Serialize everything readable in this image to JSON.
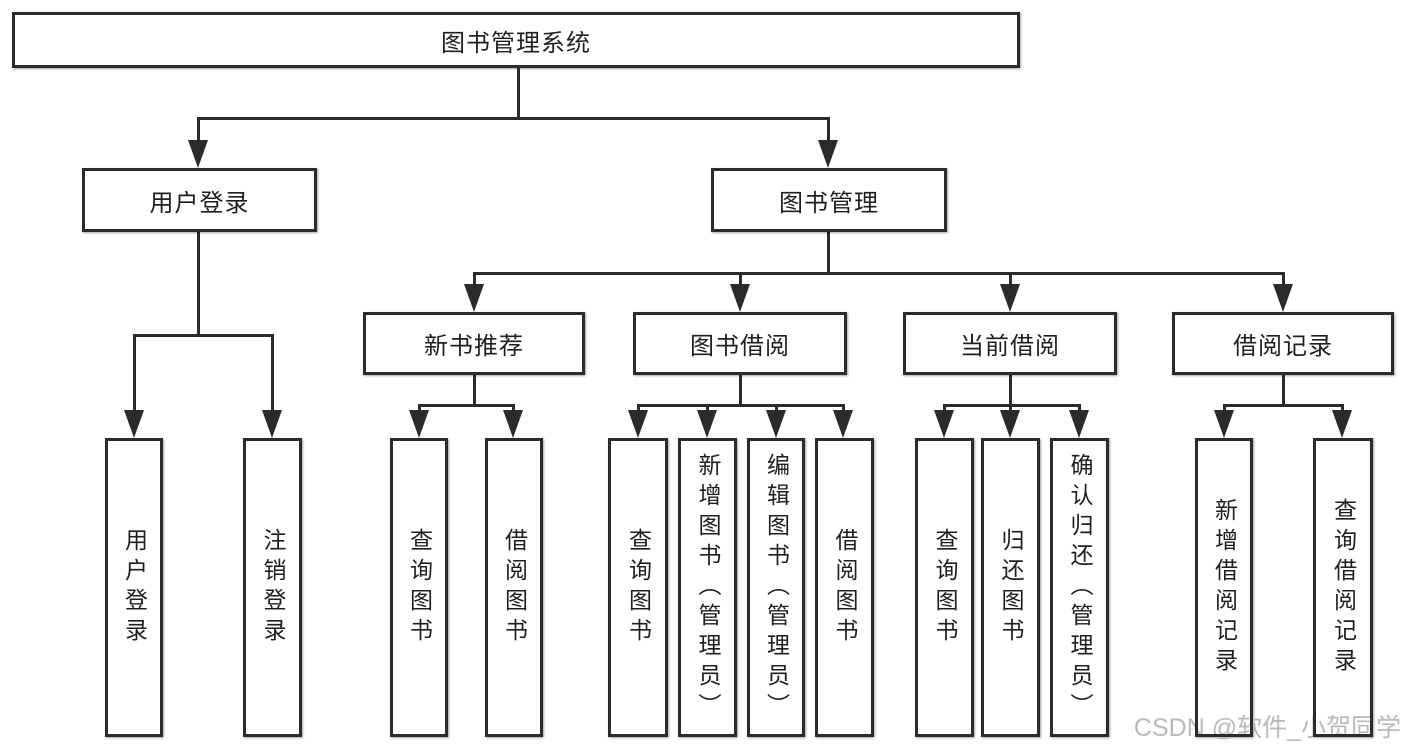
{
  "tree": {
    "label": "图书管理系统",
    "children": [
      {
        "label": "用户登录",
        "children": [
          {
            "label": "用户登录"
          },
          {
            "label": "注销登录"
          }
        ]
      },
      {
        "label": "图书管理",
        "children": [
          {
            "label": "新书推荐",
            "children": [
              {
                "label": "查询图书"
              },
              {
                "label": "借阅图书"
              }
            ]
          },
          {
            "label": "图书借阅",
            "children": [
              {
                "label": "查询图书"
              },
              {
                "label": "新增图书（管理员）"
              },
              {
                "label": "编辑图书（管理员）"
              },
              {
                "label": "借阅图书"
              }
            ]
          },
          {
            "label": "当前借阅",
            "children": [
              {
                "label": "查询图书"
              },
              {
                "label": "归还图书"
              },
              {
                "label": "确认归还（管理员）"
              }
            ]
          },
          {
            "label": "借阅记录",
            "children": [
              {
                "label": "新增借阅记录"
              },
              {
                "label": "查询借阅记录"
              }
            ]
          }
        ]
      }
    ]
  },
  "watermark": {
    "text": "CSDN @软件_小贺同学"
  },
  "colors": {
    "line": "#2b2b2b",
    "text": "#1f1f1f",
    "box_fill": "#ffffff",
    "background": "#ffffff",
    "watermark": "#b9b9b9"
  }
}
